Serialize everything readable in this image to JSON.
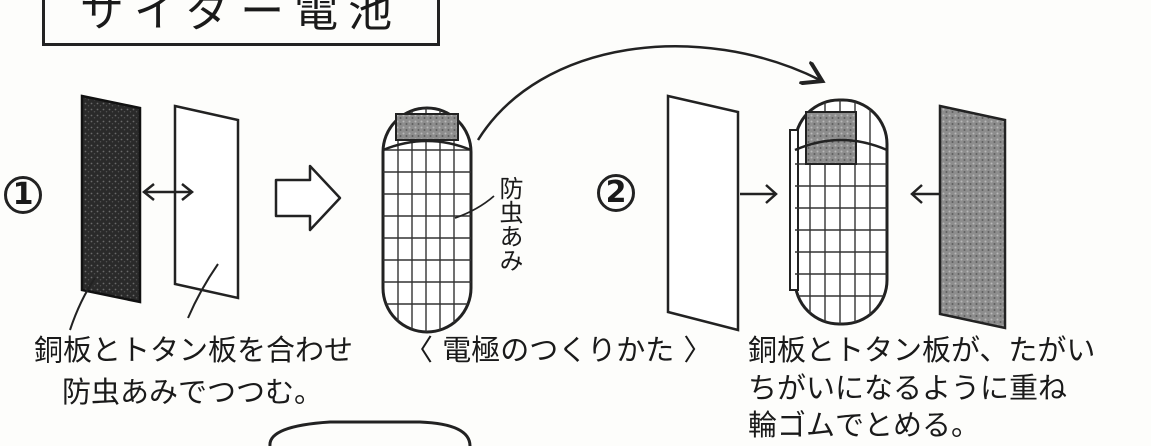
{
  "title": "サイダー電池",
  "step1": {
    "number": "1",
    "caption_line1": "銅板とトタン板を合わせ",
    "caption_line2": "防虫あみでつつむ。"
  },
  "mesh_label": "防虫あみ",
  "center_caption": "〈 電極のつくりかた 〉",
  "step2": {
    "number": "2",
    "caption_line1": "銅板とトタン板が、たがい",
    "caption_line2": "ちがいになるように重ね",
    "caption_line3": "輪ゴムでとめる。"
  }
}
